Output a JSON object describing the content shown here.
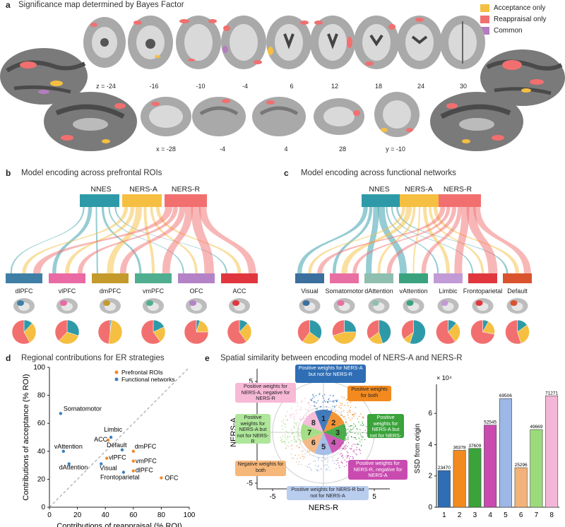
{
  "colors": {
    "acceptance": "#f5bf42",
    "reappraisal": "#f26f6f",
    "common": "#b57cc0",
    "nnes": "#2e9aa8",
    "brain_dark": "#5a5a5a",
    "brain_light": "#9a9a9a"
  },
  "panel_a": {
    "letter": "a",
    "title": "Significance map determined by Bayes Factor",
    "legend": [
      "Acceptance only",
      "Reappraisal only",
      "Common"
    ],
    "axial_labels": [
      "z = -24",
      "-16",
      "-10",
      "-4",
      "6",
      "12",
      "18",
      "24",
      "30"
    ],
    "sagittal_labels": [
      "x = -28",
      "-4",
      "4",
      "28",
      "y = -10"
    ]
  },
  "panel_b": {
    "letter": "b",
    "title": "Model encoding across prefrontal ROIs",
    "sources": [
      "NNES",
      "NERS-A",
      "NERS-R"
    ],
    "targets": [
      "dlPFC",
      "vlPFC",
      "dmPFC",
      "vmPFC",
      "OFC",
      "ACC"
    ],
    "target_colors": [
      "#3f7fa6",
      "#ea6aa5",
      "#c49a2c",
      "#4fae8f",
      "#b482c6",
      "#e0373f"
    ],
    "pies": [
      [
        0.12,
        0.3,
        0.58
      ],
      [
        0.3,
        0.32,
        0.38
      ],
      [
        0.02,
        0.5,
        0.48
      ],
      [
        0.18,
        0.22,
        0.6
      ],
      [
        0.05,
        0.2,
        0.75
      ],
      [
        0.12,
        0.28,
        0.6
      ]
    ]
  },
  "panel_c": {
    "letter": "c",
    "title": "Model encoding across functional networks",
    "sources": [
      "NNES",
      "NERS-A",
      "NERS-R"
    ],
    "targets": [
      "Visual",
      "Somatomotor",
      "dAttention",
      "vAttention",
      "Limbic",
      "Frontoparietal",
      "Default"
    ],
    "target_colors": [
      "#3a6f9e",
      "#e86fa3",
      "#8fbfb0",
      "#3aa37e",
      "#c29ad6",
      "#e0373f",
      "#d9532f"
    ],
    "pies": [
      [
        0.35,
        0.25,
        0.4
      ],
      [
        0.25,
        0.45,
        0.3
      ],
      [
        0.45,
        0.2,
        0.35
      ],
      [
        0.55,
        0.1,
        0.35
      ],
      [
        0.12,
        0.28,
        0.6
      ],
      [
        0.08,
        0.2,
        0.72
      ],
      [
        0.15,
        0.3,
        0.55
      ]
    ]
  },
  "panel_d": {
    "letter": "d",
    "title": "Regional contributions for ER strategies",
    "legend": [
      "Prefrontal ROIs",
      "Functional networks"
    ],
    "legend_colors": [
      "#f08a2a",
      "#3b7fbf"
    ]
  },
  "panel_e": {
    "letter": "e",
    "title": "Spatial similarity between encoding model of NERS-A and NERS-R",
    "scatter_xlabel": "NERS-R",
    "scatter_ylabel": "NERS-A",
    "scatter_ticks": [
      "-5",
      "0",
      "5"
    ],
    "sector_numbers": [
      "1",
      "2",
      "3",
      "4",
      "5",
      "6",
      "7",
      "8"
    ],
    "boxes": {
      "b1": "Positive weights for NERS-A but not for NERS-R",
      "b2": "Positive weights for both",
      "b3": "Positive weights for NERS-A but not for NERS-R",
      "b4": "Positive weights for NERS-R, negative for NERS-A",
      "b5": "Positive weights for NERS-R but not for NERS-A",
      "b6": "Negative weights for both",
      "b7": "Positive weights for NERS-A but not for NERS-R",
      "b8": "Positive weights for NERS-A, negative for NERS-R"
    },
    "bar_multiplier": "× 10⁴",
    "bar_ylabel": "SSD from origin"
  },
  "chart_data": [
    {
      "type": "scatter",
      "xlabel": "Contributions of reappraisal (% ROI)",
      "ylabel": "Contributions of acceptance (% ROI)",
      "xlim": [
        0,
        100
      ],
      "ylim": [
        0,
        100
      ],
      "xticks": [
        "0",
        "20",
        "40",
        "60",
        "80",
        "100"
      ],
      "yticks": [
        "0",
        "20",
        "40",
        "60",
        "80",
        "100"
      ],
      "series": [
        {
          "name": "Prefrontal ROIs",
          "color": "#f08a2a",
          "points": [
            {
              "label": "ACC",
              "x": 42,
              "y": 48
            },
            {
              "label": "dmPFC",
              "x": 60,
              "y": 40
            },
            {
              "label": "vlPFC",
              "x": 41,
              "y": 35
            },
            {
              "label": "vmPFC",
              "x": 60,
              "y": 33
            },
            {
              "label": "dlPFC",
              "x": 60,
              "y": 26
            },
            {
              "label": "OFC",
              "x": 80,
              "y": 21
            }
          ]
        },
        {
          "name": "Functional networks",
          "color": "#3b7fbf",
          "points": [
            {
              "label": "Somatomotor",
              "x": 8,
              "y": 67
            },
            {
              "label": "Limbic",
              "x": 44,
              "y": 50
            },
            {
              "label": "vAttention",
              "x": 10,
              "y": 40
            },
            {
              "label": "Default",
              "x": 52,
              "y": 41
            },
            {
              "label": "dAttention",
              "x": 14,
              "y": 31
            },
            {
              "label": "Visual",
              "x": 37,
              "y": 31
            },
            {
              "label": "Frontoparietal",
              "x": 53,
              "y": 25
            }
          ]
        }
      ]
    },
    {
      "type": "bar",
      "ylabel": "SSD from origin",
      "categories": [
        "1",
        "2",
        "3",
        "4",
        "5",
        "6",
        "7",
        "8"
      ],
      "values": [
        23470,
        36378,
        37609,
        52545,
        69506,
        25296,
        49669,
        71271
      ],
      "colors": [
        "#2f6eb5",
        "#f28a1f",
        "#3aa33a",
        "#c94bb0",
        "#9db7e6",
        "#f2b27a",
        "#9bdb7a",
        "#f4b6d6"
      ],
      "ylim": [
        0,
        75000
      ],
      "yticks": [
        "0",
        "2",
        "4",
        "6"
      ]
    }
  ]
}
